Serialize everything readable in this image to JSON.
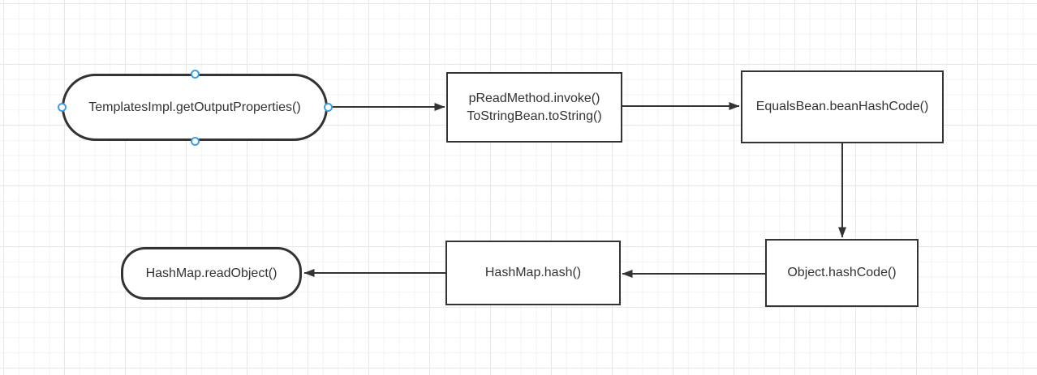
{
  "theme": {
    "background": "#ffffff",
    "grid_minor": "#f3f3f4",
    "grid_major": "#e7e7e9",
    "node_border": "#333333",
    "text": "#333333",
    "arrow": "#333333",
    "handle_stroke": "#3b9fe6",
    "handle_fill": "#ffffff"
  },
  "diagram": {
    "type": "flowchart",
    "nodes": [
      {
        "id": "templatesimpl-getoutputproperties",
        "shape": "stadium",
        "label": "TemplatesImpl.getOutputProperties()",
        "selected": true,
        "connection_points": [
          "top",
          "right",
          "bottom",
          "left"
        ]
      },
      {
        "id": "preadmethod-invoke",
        "shape": "rect",
        "label": "pReadMethod.invoke()\nToStringBean.toString()"
      },
      {
        "id": "equalsbean-beanhashcode",
        "shape": "rect",
        "label": "EqualsBean.beanHashCode()"
      },
      {
        "id": "object-hashcode",
        "shape": "rect",
        "label": "Object.hashCode()"
      },
      {
        "id": "hashmap-hash",
        "shape": "rect",
        "label": "HashMap.hash()"
      },
      {
        "id": "hashmap-readobject",
        "shape": "rounded",
        "label": "HashMap.readObject()"
      }
    ],
    "edges": [
      {
        "from": "templatesimpl-getoutputproperties",
        "to": "preadmethod-invoke",
        "direction": "right"
      },
      {
        "from": "preadmethod-invoke",
        "to": "equalsbean-beanhashcode",
        "direction": "right"
      },
      {
        "from": "equalsbean-beanhashcode",
        "to": "object-hashcode",
        "direction": "down"
      },
      {
        "from": "object-hashcode",
        "to": "hashmap-hash",
        "direction": "left"
      },
      {
        "from": "hashmap-hash",
        "to": "hashmap-readobject",
        "direction": "left"
      }
    ]
  }
}
